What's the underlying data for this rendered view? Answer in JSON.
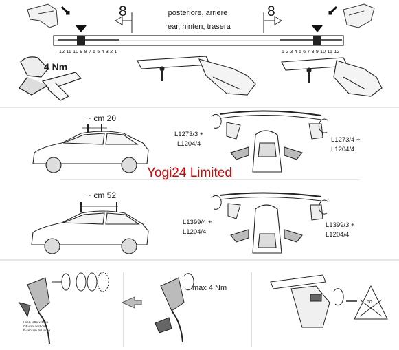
{
  "header": {
    "left_step": "8",
    "right_step": "8",
    "position_line1": "posteriore, arriere",
    "position_line2": "rear, hinten, trasera"
  },
  "bar_scale": {
    "left": "12 11 10 9 8 7 6 5 4 3 2 1",
    "right": "1 2 3 4 5 6 7 8 9 10 11 12"
  },
  "torque_top": "4 Nm",
  "section1": {
    "distance": "~ cm 20",
    "left_kit_line1": "L1273/3 +",
    "left_kit_line2": "L1204/4",
    "right_kit_line1": "L1273/4 +",
    "right_kit_line2": "L1204/4"
  },
  "watermark": "Yogi24 Limited",
  "section2": {
    "distance": "~ cm 52",
    "left_kit_line1": "L1399/4 +",
    "left_kit_line2": "L1204/4",
    "right_kit_line1": "L1399/3 +",
    "right_kit_line2": "L1204/4"
  },
  "bottom": {
    "roof_note_line1": "I-sez. tetto vettura",
    "roof_note_line2": "GB-roof section",
    "roof_note_line3": "E-seccion del techo",
    "torque": "max 4 Nm",
    "no_sign": "no"
  }
}
